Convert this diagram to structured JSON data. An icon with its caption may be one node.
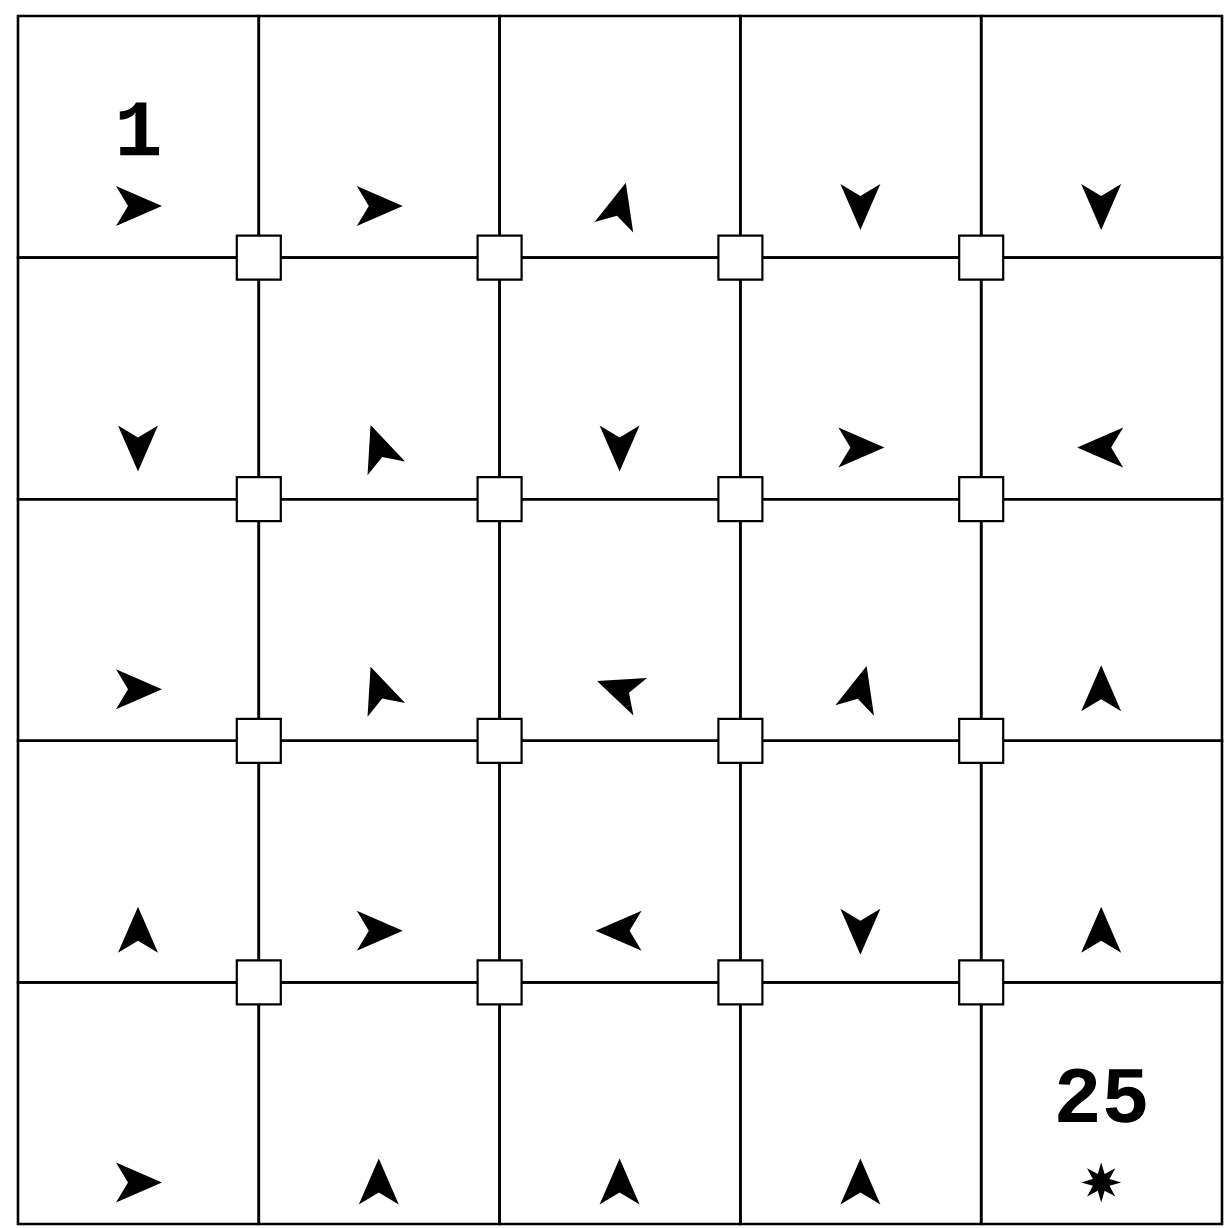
{
  "diagram": {
    "nodes": [
      {
        "text": [
          "1"
        ]
      },
      {
        "text": [],
        "shape": "box"
      },
      {
        "text": [],
        "shape": "box"
      },
      {
        "text": [],
        "shape": "box"
      },
      {
        "text": [],
        "shape": "box"
      },
      {
        "text": [],
        "shape": "box"
      },
      {
        "text": [],
        "shape": "box"
      },
      {
        "text": [],
        "shape": "box"
      },
      {
        "text": [],
        "shape": "box"
      },
      {
        "text": [],
        "shape": "box"
      },
      {
        "text": [],
        "shape": "box"
      },
      {
        "text": [],
        "shape": "box"
      },
      {
        "text": [],
        "shape": "box"
      },
      {
        "text": [],
        "shape": "box"
      },
      {
        "text": [],
        "shape": "box"
      },
      {
        "text": [],
        "shape": "box"
      },
      {
        "text": [],
        "shape": "box"
      },
      {
        "text": [],
        "shape": "box"
      },
      {
        "text": [],
        "shape": "box"
      },
      {
        "text": [],
        "shape": "box"
      },
      {
        "text": [],
        "shape": "box"
      },
      {
        "text": [],
        "shape": "box"
      },
      {
        "text": [],
        "shape": "box"
      },
      {
        "text": [],
        "shape": "box"
      },
      {
        "text": [
          "25"
        ]
      }
    ]
  }
}
